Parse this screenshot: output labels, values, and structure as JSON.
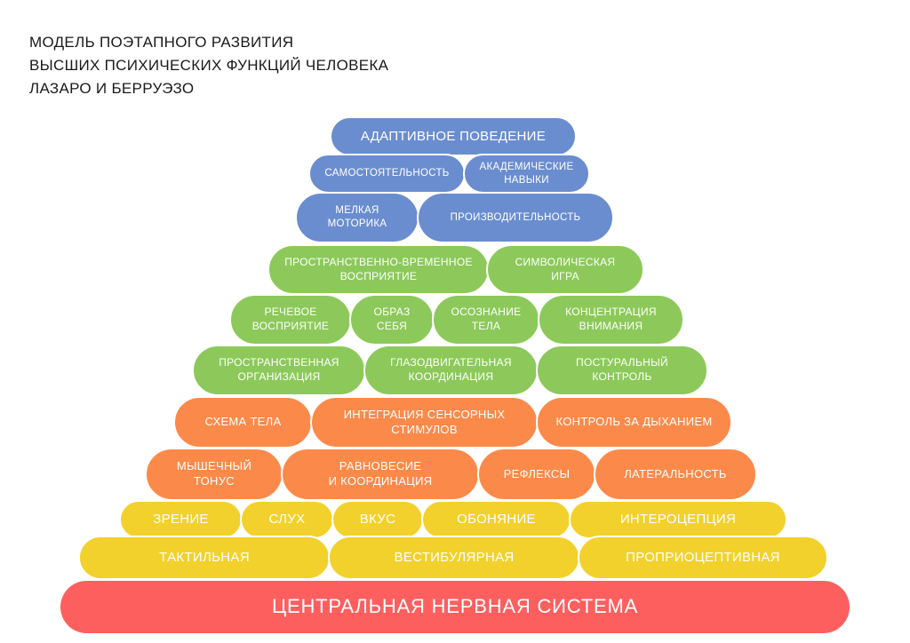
{
  "title": {
    "line1": "МОДЕЛЬ ПОЭТАПНОГО РАЗВИТИЯ",
    "line2": "ВЫСШИХ ПСИХИЧЕСКИХ ФУНКЦИЙ ЧЕЛОВЕКА",
    "line3": "ЛАЗАРО И БЕРРУЭЗО"
  },
  "colors": {
    "blue": "#6a8dcf",
    "green": "#8cc95a",
    "orange": "#fb8a4a",
    "yellow": "#f3d12c",
    "red": "#fd5f5f"
  },
  "pyramid": {
    "adaptive_behavior": "АДАПТИВНОЕ ПОВЕДЕНИЕ",
    "independence": "САМОСТОЯТЕЛЬНОСТЬ",
    "academic_skills": "АКАДЕМИЧЕСКИЕ\nНАВЫКИ",
    "fine_motor": "МЕЛКАЯ\nМОТОРИКА",
    "productivity": "ПРОИЗВОДИТЕЛЬНОСТЬ",
    "spatiotemporal_perception": "ПРОСТРАНСТВЕННО-ВРЕМЕННОЕ\nВОСПРИЯТИЕ",
    "symbolic_play": "СИМВОЛИЧЕСКАЯ\nИГРА",
    "speech_perception": "РЕЧЕВОЕ\nВОСПРИЯТИЕ",
    "self_image": "ОБРАЗ\nСЕБЯ",
    "body_awareness": "ОСОЗНАНИЕ\nТЕЛА",
    "attention": "КОНЦЕНТРАЦИЯ\nВНИМАНИЯ",
    "spatial_organization": "ПРОСТРАНСТВЕННАЯ\nОРГАНИЗАЦИЯ",
    "oculomotor": "ГЛАЗОДВИГАТЕЛЬНАЯ\nКООРДИНАЦИЯ",
    "postural_control": "ПОСТУРАЛЬНЫЙ\nКОНТРОЛЬ",
    "body_scheme": "СХЕМА ТЕЛА",
    "sensory_integration": "ИНТЕГРАЦИЯ СЕНСОРНЫХ\nСТИМУЛОВ",
    "breath_control": "КОНТРОЛЬ ЗА ДЫХАНИЕМ",
    "muscle_tone": "МЫШЕЧНЫЙ\nТОНУС",
    "balance": "РАВНОВЕСИЕ\nИ КООРДИНАЦИЯ",
    "reflexes": "РЕФЛЕКСЫ",
    "laterality": "ЛАТЕРАЛЬНОСТЬ",
    "vision": "ЗРЕНИЕ",
    "hearing": "СЛУХ",
    "taste": "ВКУС",
    "smell": "ОБОНЯНИЕ",
    "interoception": "ИНТЕРОЦЕПЦИЯ",
    "tactile": "ТАКТИЛЬНАЯ",
    "vestibular": "ВЕСТИБУЛЯРНАЯ",
    "proprioceptive": "ПРОПРИОЦЕПТИВНАЯ",
    "cns": "ЦЕНТРАЛЬНАЯ НЕРВНАЯ СИСТЕМА"
  }
}
